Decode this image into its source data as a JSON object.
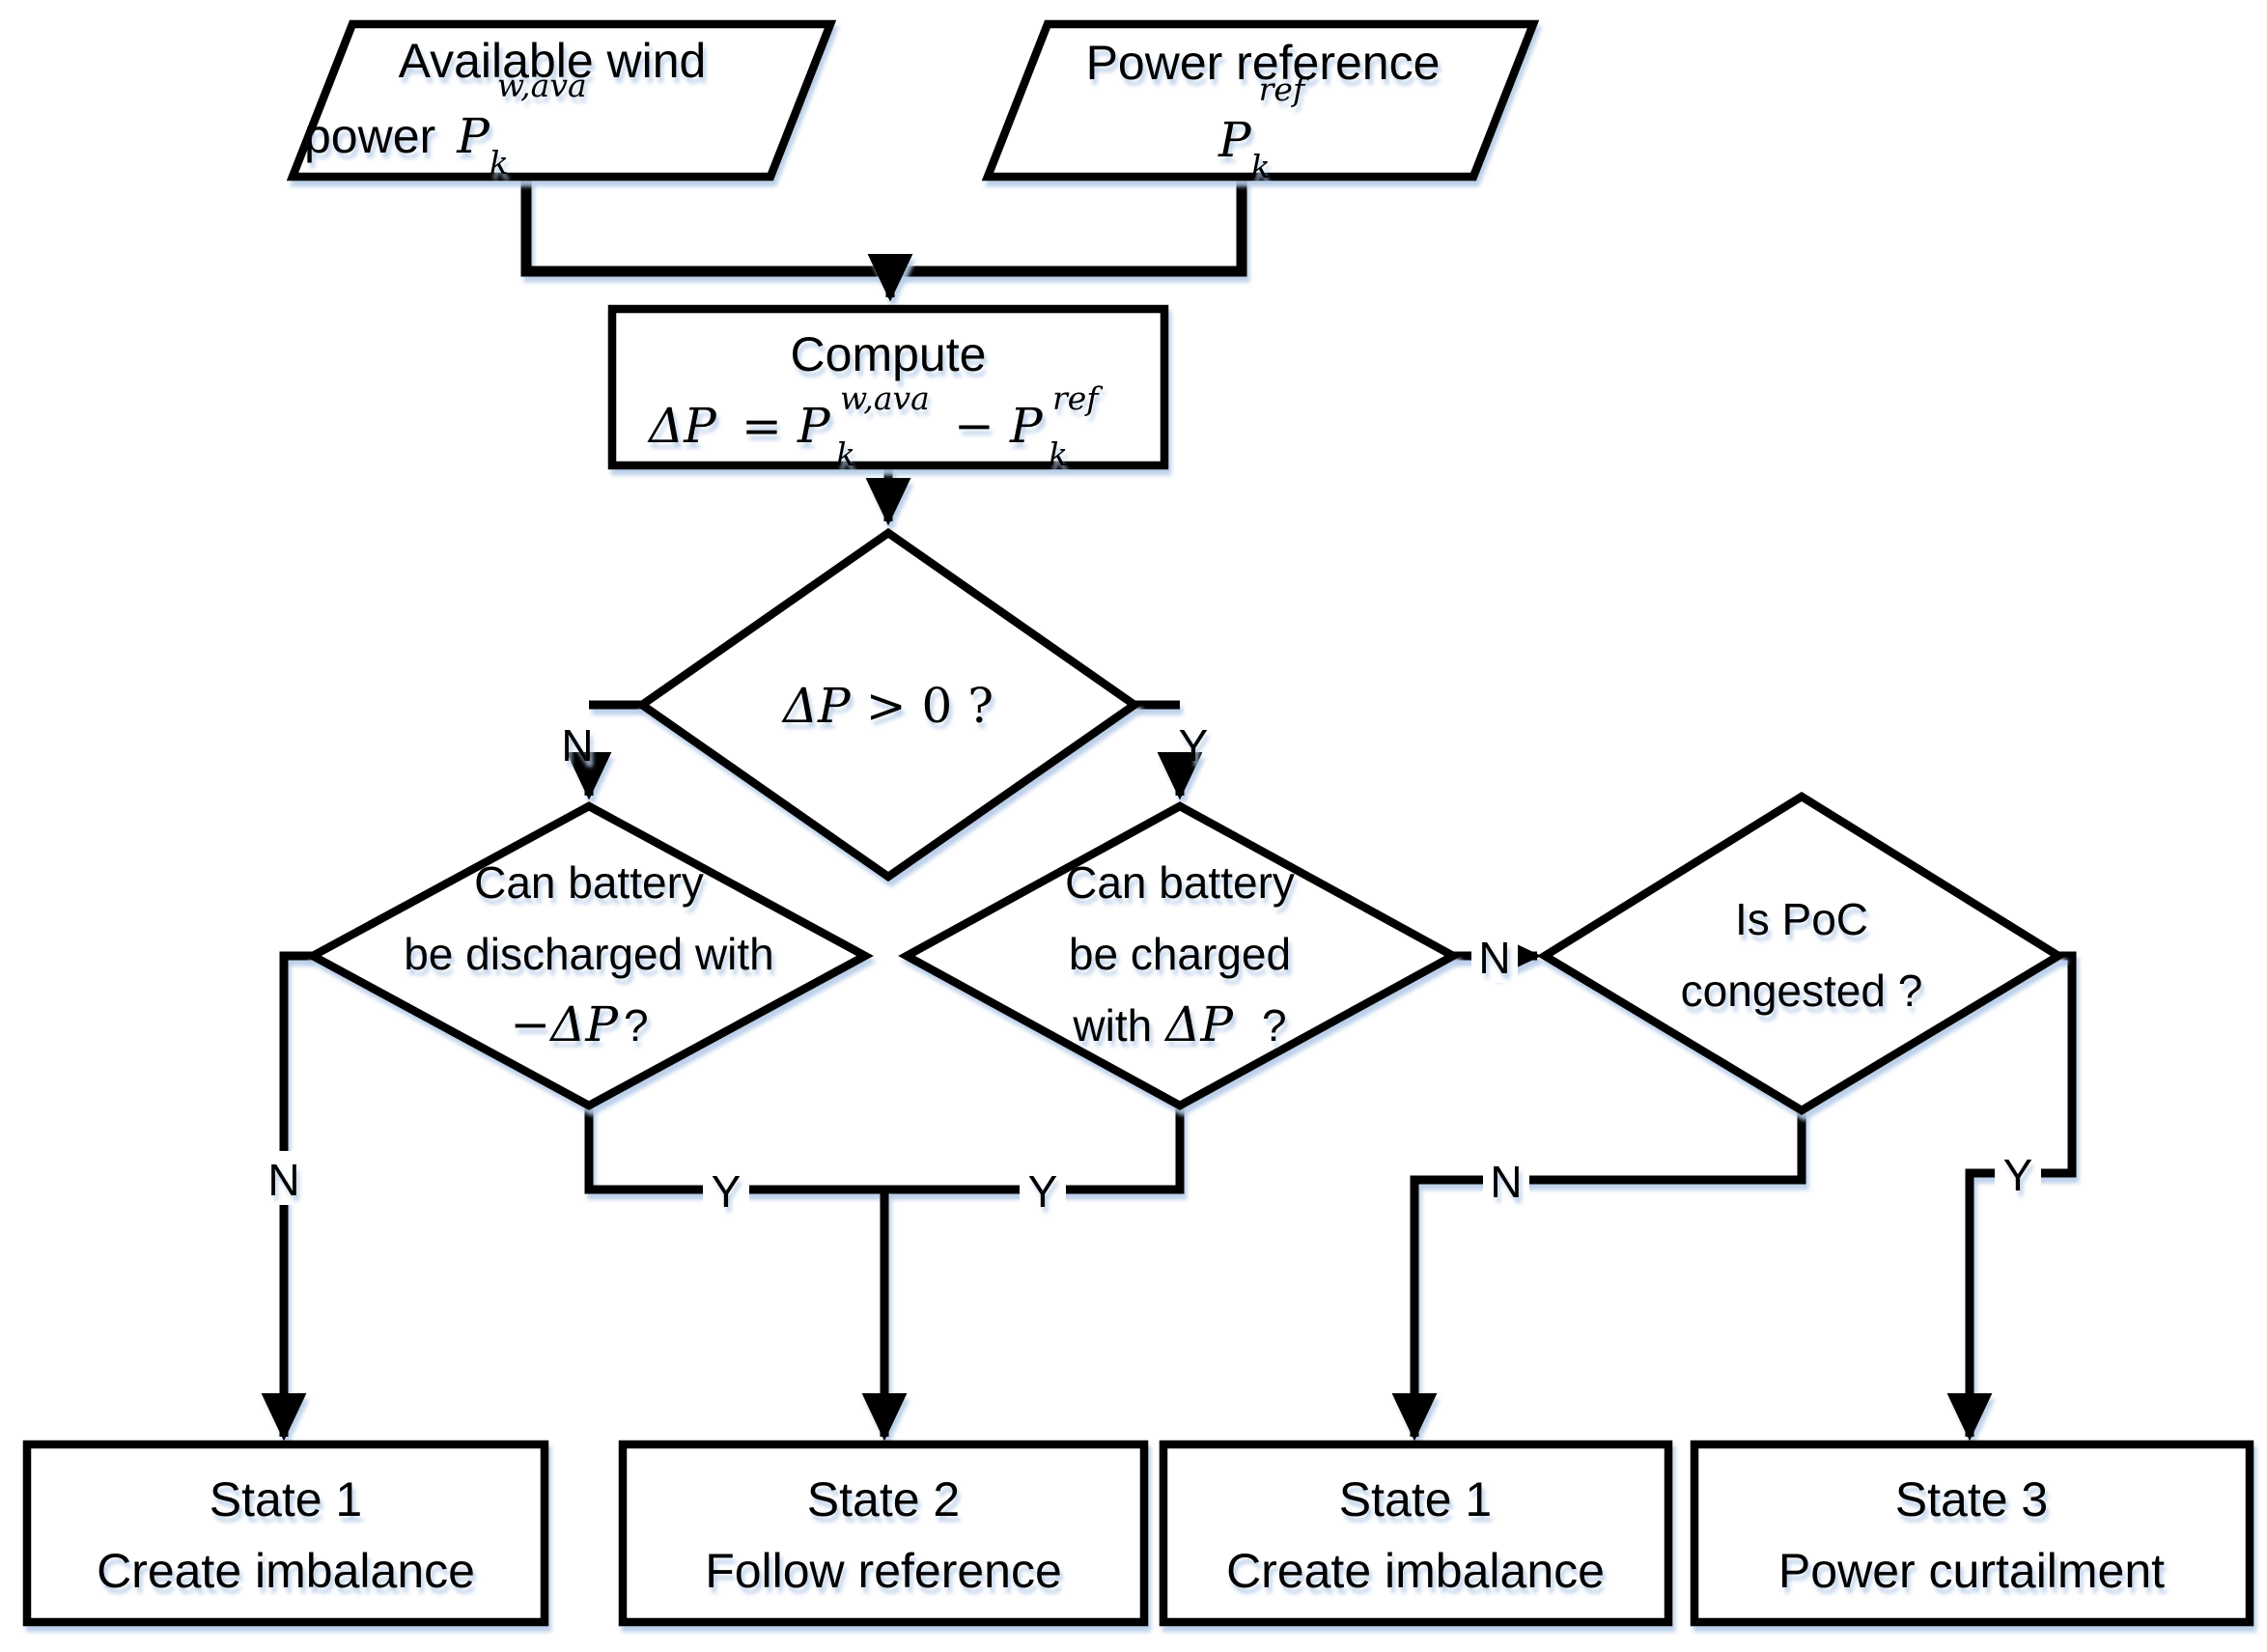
{
  "colors": {
    "stroke": "#000000",
    "fill": "#ffffff",
    "background": "#ffffff",
    "shadow": "#b5cbe7"
  },
  "nodes": {
    "input_wind": {
      "line1": "Available wind",
      "line2_prefix": "power",
      "sym_base": "P",
      "sym_sub": "k",
      "sym_sup": "w,ava"
    },
    "input_ref": {
      "line1": "Power reference",
      "sym_base": "P",
      "sym_sub": "k",
      "sym_sup": "ref"
    },
    "compute": {
      "line1": "Compute",
      "lhs": "ΔP",
      "eq": "=",
      "base1": "P",
      "sub1": "k",
      "sup1": "w,ava",
      "minus": "−",
      "base2": "P",
      "sub2": "k",
      "sup2": "ref"
    },
    "dp_check": {
      "math": "ΔP",
      "rest": "> 0 ?"
    },
    "discharge_check": {
      "line1": "Can battery",
      "line2": "be discharged with",
      "line3_math": "−ΔP",
      "line3_suffix": "?"
    },
    "charge_check": {
      "line1": "Can battery",
      "line2": "be charged",
      "line3_prefix": "with",
      "line3_math": "ΔP",
      "line3_suffix": "?"
    },
    "poc_check": {
      "line1": "Is PoC",
      "line2": "congested ?"
    },
    "state_1a": {
      "line1": "State 1",
      "line2": "Create imbalance"
    },
    "state_2": {
      "line1": "State 2",
      "line2": "Follow reference"
    },
    "state_1b": {
      "line1": "State 1",
      "line2": "Create imbalance"
    },
    "state_3": {
      "line1": "State 3",
      "line2": "Power curtailment"
    }
  },
  "edge_labels": {
    "dp_no": "N",
    "dp_yes": "Y",
    "discharge_no": "N",
    "discharge_yes": "Y",
    "charge_no": "N",
    "charge_yes": "Y",
    "poc_no": "N",
    "poc_yes": "Y"
  }
}
